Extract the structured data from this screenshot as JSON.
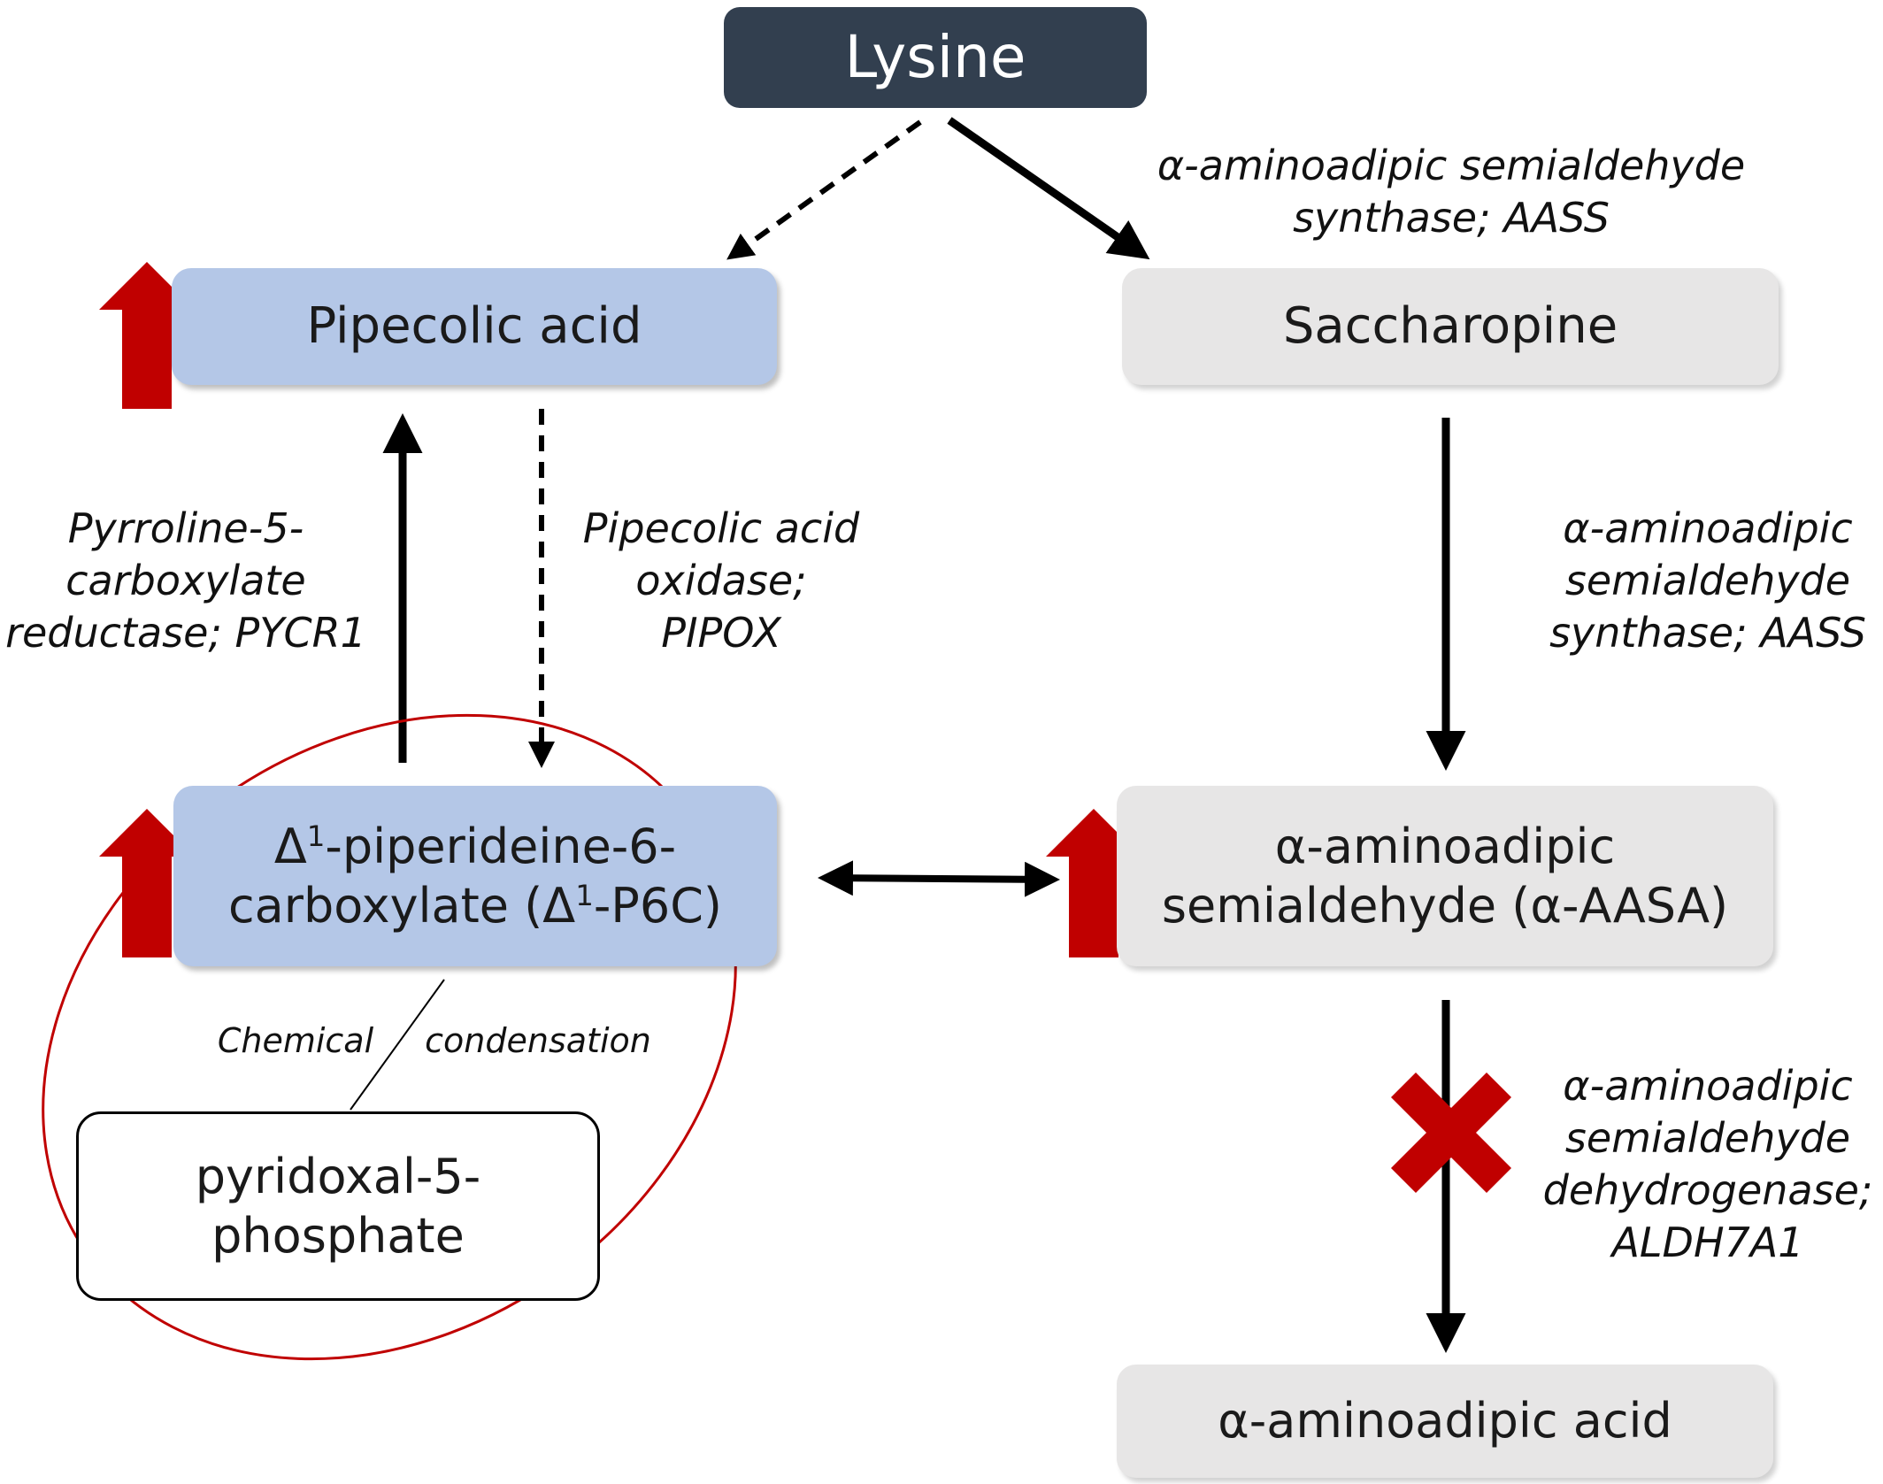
{
  "nodes": {
    "lysine": "Lysine",
    "pipecolic_acid": "Pipecolic acid",
    "saccharopine": "Saccharopine",
    "p6c": {
      "line1_prefix": "Δ",
      "line1_sup": "1",
      "line1_suffix": "-piperideine-6-",
      "line2_prefix": "carboxylate (Δ",
      "line2_sup": "1",
      "line2_suffix": "-P6C)"
    },
    "aasa": {
      "line1": "α-aminoadipic",
      "line2": "semialdehyde (α-AASA)"
    },
    "plp": {
      "line1": "pyridoxal-5-",
      "line2": "phosphate"
    },
    "aaa": "α-aminoadipic acid"
  },
  "enzymes": {
    "aass_top": {
      "line1": "α-aminoadipic semialdehyde",
      "line2": "synthase; AASS"
    },
    "pycr1": {
      "line1": "Pyrroline-5-",
      "line2": "carboxylate",
      "line3": "reductase; PYCR1"
    },
    "pipox": {
      "line1": "Pipecolic acid",
      "line2": "oxidase;",
      "line3": "PIPOX"
    },
    "aass_right": {
      "line1": "α-aminoadipic",
      "line2": "semialdehyde",
      "line3": "synthase; AASS"
    },
    "aldh7a1": {
      "line1": "α-aminoadipic",
      "line2": "semialdehyde",
      "line3": "dehydrogenase;",
      "line4": "ALDH7A1"
    }
  },
  "labels": {
    "chemical": "Chemical",
    "condensation": "condensation"
  },
  "colors": {
    "up_arrow": "#c00000",
    "block_cross": "#c00000",
    "ellipse": "#c00000",
    "blue_box": "#b4c7e7",
    "grey_box": "#e7e6e6",
    "lysine_box": "#323f4f"
  },
  "indicators": {
    "increased": [
      "pipecolic_acid",
      "p6c",
      "aasa"
    ],
    "blocked": [
      "aldh7a1"
    ]
  }
}
